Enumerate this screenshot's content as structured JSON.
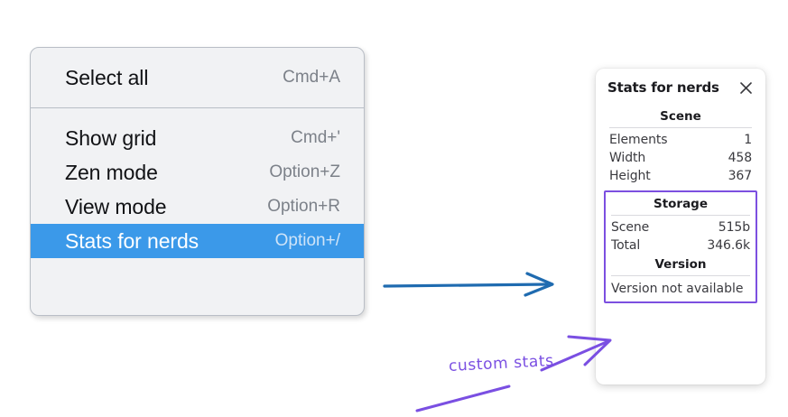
{
  "canvas": {
    "background": "#ffffff",
    "accent_blue": "#3b99e9",
    "arrow_blue": "#1f6bb0",
    "accent_purple": "#7c4fe0"
  },
  "context_menu": {
    "groups": [
      {
        "items": [
          {
            "label": "Select all",
            "shortcut": "Cmd+A",
            "selected": false
          }
        ]
      },
      {
        "items": [
          {
            "label": "Show grid",
            "shortcut": "Cmd+'",
            "selected": false
          },
          {
            "label": "Zen mode",
            "shortcut": "Option+Z",
            "selected": false
          },
          {
            "label": "View mode",
            "shortcut": "Option+R",
            "selected": false
          },
          {
            "label": "Stats for nerds",
            "shortcut": "Option+/",
            "selected": true
          }
        ]
      }
    ]
  },
  "stats_panel": {
    "title": "Stats for nerds",
    "close_icon": "close-icon",
    "sections": [
      {
        "heading": "Scene",
        "highlighted": false,
        "rows": [
          {
            "key": "Elements",
            "value": "1"
          },
          {
            "key": "Width",
            "value": "458"
          },
          {
            "key": "Height",
            "value": "367"
          }
        ]
      },
      {
        "heading": "Storage",
        "highlighted": true,
        "rows": [
          {
            "key": "Scene",
            "value": "515b"
          },
          {
            "key": "Total",
            "value": "346.6k"
          }
        ]
      },
      {
        "heading": "Version",
        "highlighted": true,
        "single_line": "Version not available"
      }
    ]
  },
  "annotations": {
    "blue_arrow": "arrow-right-icon",
    "purple_arrow": "arrow-up-right-icon",
    "purple_underline": "underline-stroke",
    "custom_stats_label": "custom stats"
  }
}
